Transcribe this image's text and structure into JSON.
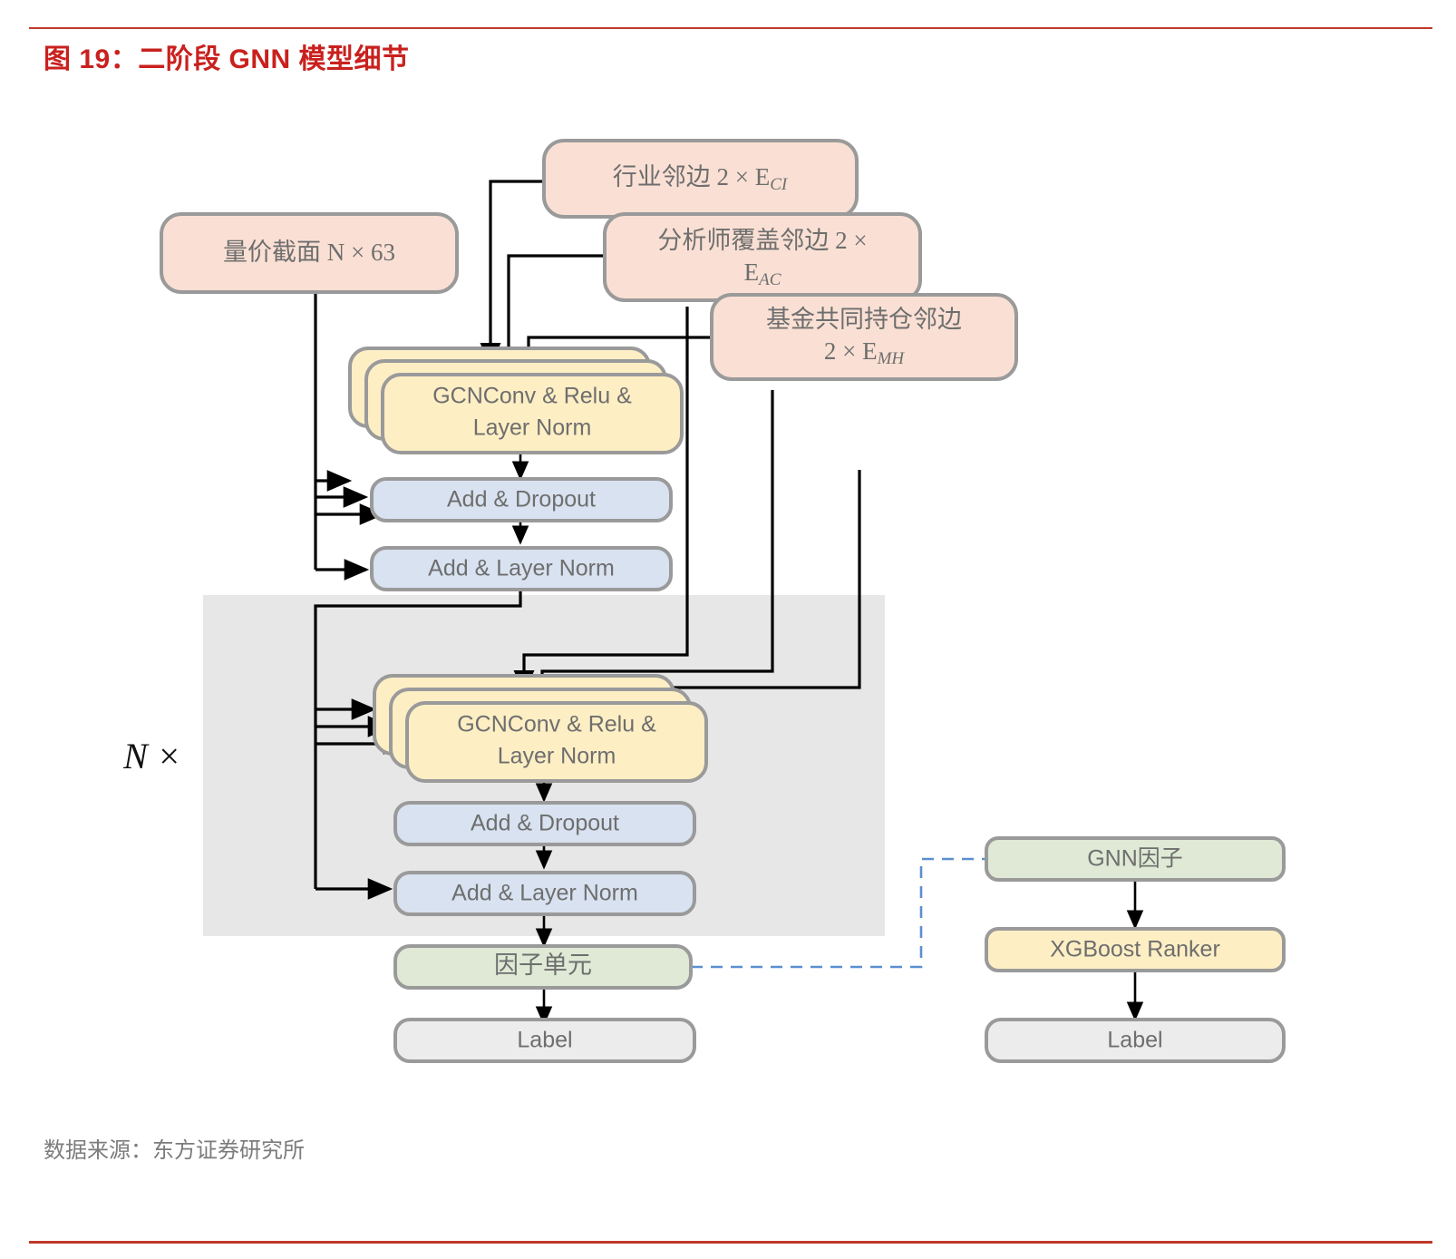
{
  "figure": {
    "title": "图 19：二阶段 GNN 模型细节",
    "source": "数据来源：东方证券研究所",
    "accent_color": "#c9211e",
    "text_color": "#6e6e6e"
  },
  "chart_data": {
    "type": "diagram",
    "title": "图 19：二阶段 GNN 模型细节",
    "layout": "two-stage graph neural network pipeline",
    "repeat_label": "N ×",
    "colors": {
      "input_node": "#fae0d4",
      "graph_conv_node": "#fdeec4",
      "add_norm_node": "#d8e2f0",
      "factor_node": "#dfe9d5",
      "label_node": "#ececec",
      "border": "#9a9a9a",
      "panel": "#e7e7e7",
      "dashed_link": "#5b8fd0"
    },
    "nodes": [
      {
        "id": "price_volume",
        "label": "量价截面 N × 63",
        "kind": "input"
      },
      {
        "id": "edge_ci",
        "label_main": "行业邻边 2 × E",
        "label_sub": "CI",
        "kind": "edge-input"
      },
      {
        "id": "edge_ac",
        "label_line1": "分析师覆盖邻边 2 ×",
        "label_main2": "E",
        "label_sub": "AC",
        "kind": "edge-input"
      },
      {
        "id": "edge_mh",
        "label_line1": "基金共同持仓邻边",
        "label_line2": "2 × E",
        "label_sub": "MH",
        "kind": "edge-input"
      },
      {
        "id": "gcn_1",
        "label_line1": "GCNConv & Relu &",
        "label_line2": "Layer Norm",
        "kind": "gcn",
        "stack": 3
      },
      {
        "id": "add_dropout_1",
        "label": "Add & Dropout",
        "kind": "addnorm"
      },
      {
        "id": "add_layernorm_1",
        "label": "Add & Layer Norm",
        "kind": "addnorm"
      },
      {
        "id": "gcn_2",
        "label_line1": "GCNConv & Relu &",
        "label_line2": "Layer Norm",
        "kind": "gcn",
        "stack": 3
      },
      {
        "id": "add_dropout_2",
        "label": "Add & Dropout",
        "kind": "addnorm"
      },
      {
        "id": "add_layernorm_2",
        "label": "Add & Layer Norm",
        "kind": "addnorm"
      },
      {
        "id": "factor_unit",
        "label": "因子单元",
        "kind": "factor"
      },
      {
        "id": "label_left",
        "label": "Label",
        "kind": "label"
      },
      {
        "id": "gnn_factor",
        "label": "GNN因子",
        "kind": "factor"
      },
      {
        "id": "xgboost",
        "label": "XGBoost Ranker",
        "kind": "gcn"
      },
      {
        "id": "label_right",
        "label": "Label",
        "kind": "label"
      }
    ],
    "edges": [
      {
        "from": "price_volume",
        "to": "gcn_1",
        "style": "solid"
      },
      {
        "from": "price_volume",
        "to": "add_layernorm_1",
        "style": "solid"
      },
      {
        "from": "edge_ci",
        "to": "gcn_1",
        "style": "solid"
      },
      {
        "from": "edge_ac",
        "to": "gcn_1",
        "style": "solid"
      },
      {
        "from": "edge_mh",
        "to": "gcn_1",
        "style": "solid"
      },
      {
        "from": "gcn_1",
        "to": "add_dropout_1",
        "style": "solid"
      },
      {
        "from": "add_dropout_1",
        "to": "add_layernorm_1",
        "style": "solid"
      },
      {
        "from": "add_layernorm_1",
        "to": "gcn_2",
        "style": "solid"
      },
      {
        "from": "add_layernorm_1",
        "to": "add_layernorm_2",
        "style": "solid"
      },
      {
        "from": "edge_ci",
        "to": "gcn_2",
        "style": "solid"
      },
      {
        "from": "edge_ac",
        "to": "gcn_2",
        "style": "solid"
      },
      {
        "from": "edge_mh",
        "to": "gcn_2",
        "style": "solid"
      },
      {
        "from": "gcn_2",
        "to": "add_dropout_2",
        "style": "solid"
      },
      {
        "from": "add_dropout_2",
        "to": "add_layernorm_2",
        "style": "solid"
      },
      {
        "from": "add_layernorm_2",
        "to": "factor_unit",
        "style": "solid"
      },
      {
        "from": "factor_unit",
        "to": "label_left",
        "style": "solid"
      },
      {
        "from": "factor_unit",
        "to": "gnn_factor",
        "style": "dashed"
      },
      {
        "from": "gnn_factor",
        "to": "xgboost",
        "style": "solid"
      },
      {
        "from": "xgboost",
        "to": "label_right",
        "style": "solid"
      }
    ]
  },
  "labels": {
    "price_volume": "量价截面 N × 63",
    "edge_ci_main": "行业邻边 2 × E",
    "edge_ci_sub": "CI",
    "edge_ac_line1": "分析师覆盖邻边 2 ×",
    "edge_ac_main": "E",
    "edge_ac_sub": "AC",
    "edge_mh_line1": "基金共同持仓邻边",
    "edge_mh_line2": "2 × E",
    "edge_mh_sub": "MH",
    "gcn_line1": "GCNConv & Relu &",
    "gcn_line2": "Layer Norm",
    "add_dropout": "Add & Dropout",
    "add_layernorm": "Add & Layer Norm",
    "factor_unit": "因子单元",
    "label": "Label",
    "gnn_factor": "GNN因子",
    "xgboost": "XGBoost Ranker",
    "n_times": "N ×"
  }
}
